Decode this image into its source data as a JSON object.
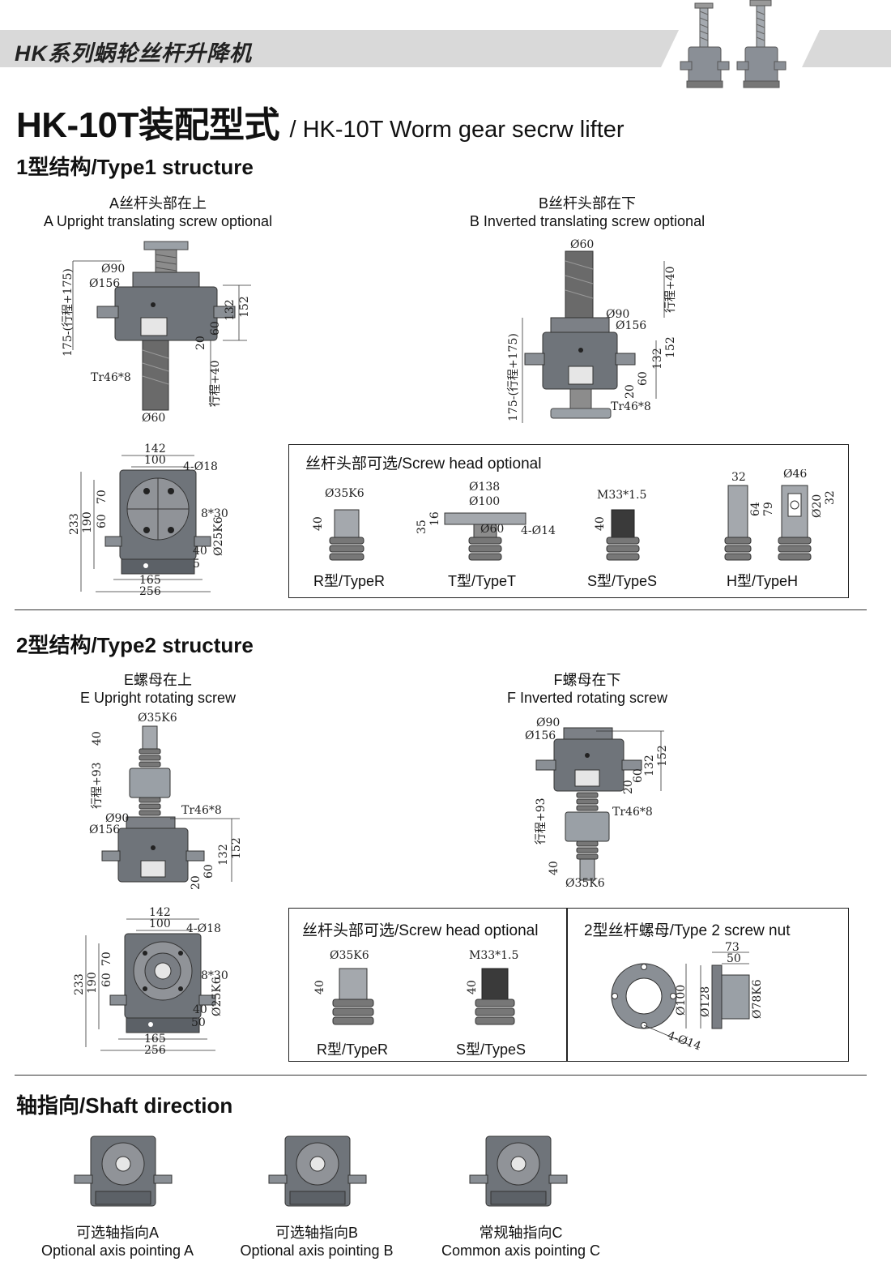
{
  "header": {
    "series_title": "HK系列蜗轮丝杆升降机",
    "main_title_cn": "HK-10T装配型式",
    "main_title_en": "/ HK-10T Worm gear secrw lifter"
  },
  "type1": {
    "title": "1型结构/Type1 structure",
    "a_cn": "A丝杆头部在上",
    "a_en": "A Upright translating screw optional",
    "b_cn": "B丝杆头部在下",
    "b_en": "B Inverted translating screw optional",
    "dims_a": {
      "d90": "Ø90",
      "d156": "Ø156",
      "d60": "Ø60",
      "tr": "Tr46*8",
      "h152": "152",
      "h132": "132",
      "h60": "60",
      "h20": "20",
      "stroke40": "行程+40",
      "stroke175": "175-(行程+175)"
    },
    "dims_b": {
      "d60": "Ø60",
      "d90": "Ø90",
      "d156": "Ø156",
      "tr": "Tr46*8",
      "h152": "152",
      "h132": "132",
      "h60": "60",
      "h20": "20",
      "stroke40": "行程+40",
      "stroke175": "175-(行程+175)"
    },
    "plan": {
      "w142": "142",
      "w100": "100",
      "holes": "4-Ø18",
      "key": "8*30",
      "shaft": "Ø25K6",
      "h233": "233",
      "h190": "190",
      "h70": "70",
      "h60": "60",
      "l40": "40",
      "l5": "5",
      "w165": "165",
      "w256": "256"
    },
    "screw_head_panel": {
      "title": "丝杆头部可选/Screw head optional",
      "types": [
        {
          "label": "R型/TypeR",
          "d1": "Ø35K6",
          "h": "40"
        },
        {
          "label": "T型/TypeT",
          "d1": "Ø138",
          "d2": "Ø100",
          "d3": "Ø60",
          "holes": "4-Ø14",
          "h1": "35",
          "h2": "16"
        },
        {
          "label": "S型/TypeS",
          "thread": "M33*1.5",
          "h": "40"
        },
        {
          "label": "H型/TypeH",
          "w": "32",
          "d": "Ø46",
          "h1": "64",
          "h2": "79",
          "h3": "Ø20",
          "h4": "32"
        }
      ]
    }
  },
  "type2": {
    "title": "2型结构/Type2 structure",
    "e_cn": "E螺母在上",
    "e_en": "E Upright rotating screw",
    "f_cn": "F螺母在下",
    "f_en": "F Inverted rotating screw",
    "dims_e": {
      "d35": "Ø35K6",
      "h40": "40",
      "stroke": "行程+93",
      "tr": "Tr46*8",
      "d90": "Ø90",
      "d156": "Ø156",
      "h132": "132",
      "h152": "152",
      "h60": "60",
      "h20": "20"
    },
    "dims_f": {
      "d90": "Ø90",
      "d156": "Ø156",
      "h132": "132",
      "h152": "152",
      "h60": "60",
      "h20": "20",
      "tr": "Tr46*8",
      "stroke": "行程+93",
      "h40": "40",
      "d35": "Ø35K6"
    },
    "plan": {
      "w142": "142",
      "w100": "100",
      "holes": "4-Ø18",
      "key": "8*30",
      "shaft": "Ø25K6",
      "h233": "233",
      "h190": "190",
      "h70": "70",
      "h60": "60",
      "l40": "40",
      "l50": "50",
      "w165": "165",
      "w256": "256"
    },
    "screw_head_panel": {
      "title": "丝杆头部可选/Screw head optional",
      "types": [
        {
          "label": "R型/TypeR",
          "d": "Ø35K6",
          "h": "40"
        },
        {
          "label": "S型/TypeS",
          "thread": "M33*1.5",
          "h": "40"
        }
      ]
    },
    "nut_panel": {
      "title": "2型丝杆螺母/Type 2 screw nut",
      "w73": "73",
      "w50": "50",
      "d100": "Ø100",
      "d128": "Ø128",
      "d78": "Ø78K6",
      "holes": "4-Ø14"
    }
  },
  "shaft": {
    "title": "轴指向/Shaft direction",
    "items": [
      {
        "cn": "可选轴指向A",
        "en": "Optional axis pointing A"
      },
      {
        "cn": "可选轴指向B",
        "en": "Optional axis pointing B"
      },
      {
        "cn": "常规轴指向C",
        "en": "Common axis pointing C"
      }
    ]
  }
}
